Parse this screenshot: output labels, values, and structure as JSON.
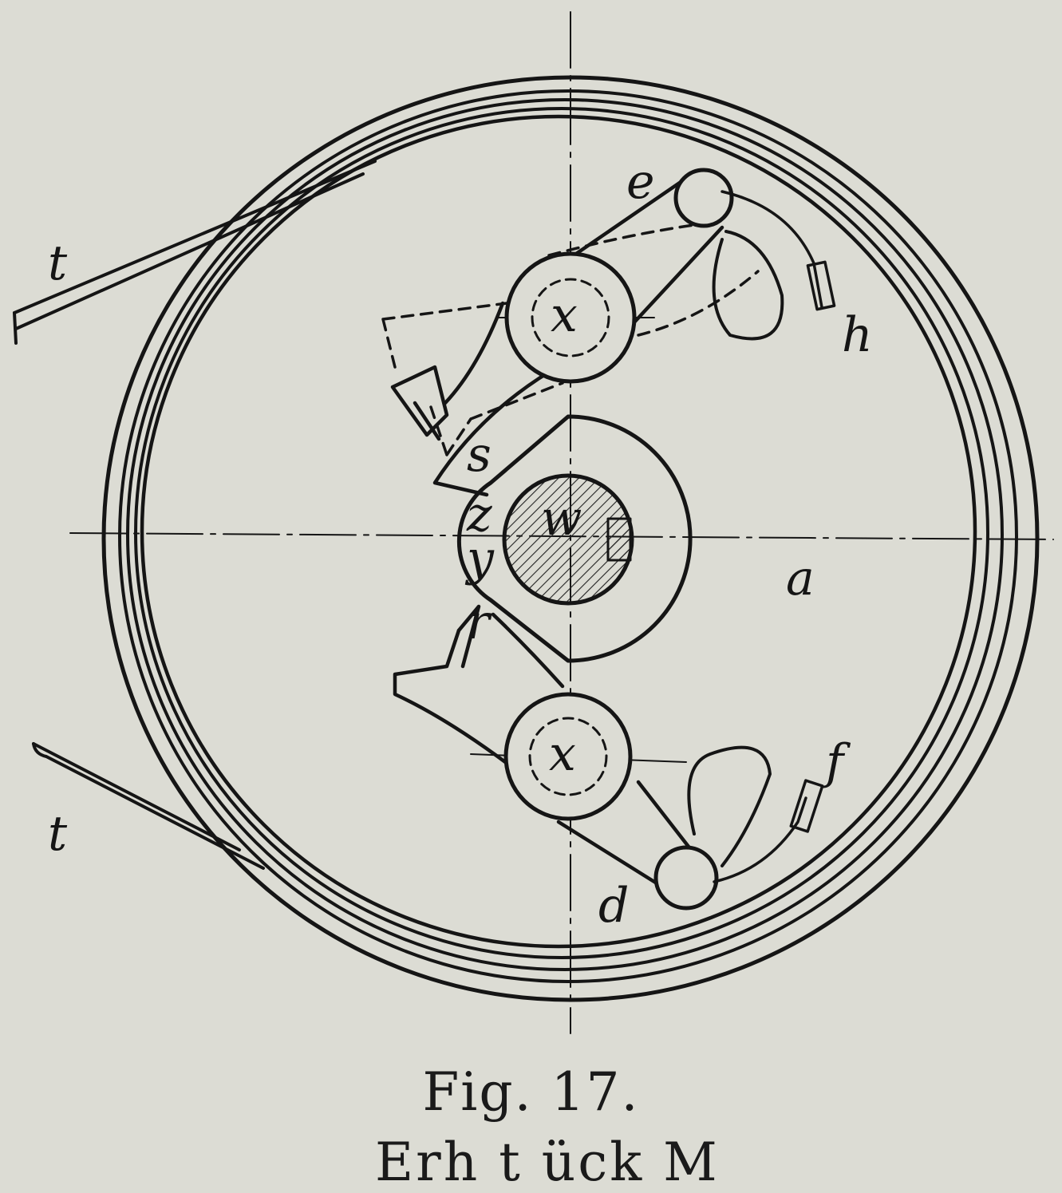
{
  "figure": {
    "caption": "Fig. 17.",
    "partial_text": "Erh t    ück    M",
    "labels": {
      "t_upper": "t",
      "t_lower": "t",
      "e": "e",
      "h": "h",
      "x_upper": "x",
      "x_lower": "x",
      "w": "w",
      "a": "a",
      "s": "s",
      "z": "z",
      "y": "y",
      "r": "r",
      "f": "f",
      "d": "d"
    }
  }
}
